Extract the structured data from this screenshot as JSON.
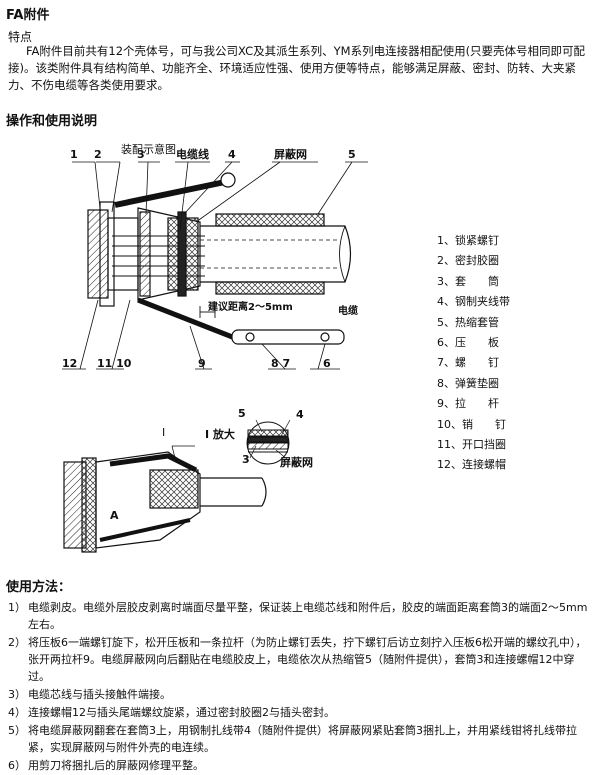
{
  "title": "FA附件",
  "features": {
    "heading": "特点",
    "paragraph": "FA附件目前共有12个壳体号，可与我公司XC及其派生系列、YM系列电连接器相配使用(只要壳体号相同即可配接)。该类附件具有结构简单、功能齐全、环境适应性强、使用方便等特点，能够满足屏蔽、密封、防转、大夹紧力、不伤电缆等各类使用要求。"
  },
  "operation": {
    "heading": "操作和使用说明",
    "assembly_caption": "装配示意图"
  },
  "diagram": {
    "callouts_top": [
      "1",
      "2",
      "3",
      "电缆线",
      "4",
      "屏蔽网",
      "5"
    ],
    "callouts_bottom": [
      "12",
      "11 10",
      "9",
      "8 7",
      "6"
    ],
    "distance_label": "建议距离2～5mm",
    "cable_label": "电缆",
    "detail_marker": "I",
    "detail_title": "I 放大",
    "detail_labels": [
      "5",
      "4",
      "3",
      "屏蔽网"
    ],
    "section_marker": "A"
  },
  "legend": [
    "1、锁紧螺钉",
    "2、密封胶圈",
    "3、套　　筒",
    "4、钢制夹线带",
    "5、热缩套管",
    "6、压　　板",
    "7、螺　　钉",
    "8、弹簧垫圈",
    "9、拉　　杆",
    "10、销　　钉",
    "11、开口挡圈",
    "12、连接螺帽"
  ],
  "usage": {
    "heading": "使用方法：",
    "steps": [
      {
        "num": "1）",
        "text": "电缆剥皮。电缆外层胶皮剥离时端面尽量平整，保证装上电缆芯线和附件后，胶皮的端面距离套筒3的端面2～5mm左右。"
      },
      {
        "num": "2）",
        "text": "将压板6一端螺钉旋下，松开压板和一条拉杆（为防止螺钉丢失，拧下螺钉后访立刻拧入压板6松开端的螺纹孔中），张开两拉杆9。电缆屏蔽网向后翻贴在电缆胶皮上，电缆依次从热缩管5（随附件提供），套筒3和连接螺帽12中穿过。"
      },
      {
        "num": "3）",
        "text": "电缆芯线与插头接触件端接。"
      },
      {
        "num": "4）",
        "text": "连接螺帽12与插头尾端螺纹旋紧，通过密封胶圈2与插头密封。"
      },
      {
        "num": "5）",
        "text": "将电缆屏蔽网翻套在套筒3上，用钢制扎线带4（随附件提供）将屏蔽网紧贴套筒3捆扎上，并用紧线钳将扎线带拉紧，实现屏蔽网与附件外壳的电连续。"
      },
      {
        "num": "6）",
        "text": "用剪刀将捆扎后的屏蔽网修理平整。"
      }
    ]
  }
}
